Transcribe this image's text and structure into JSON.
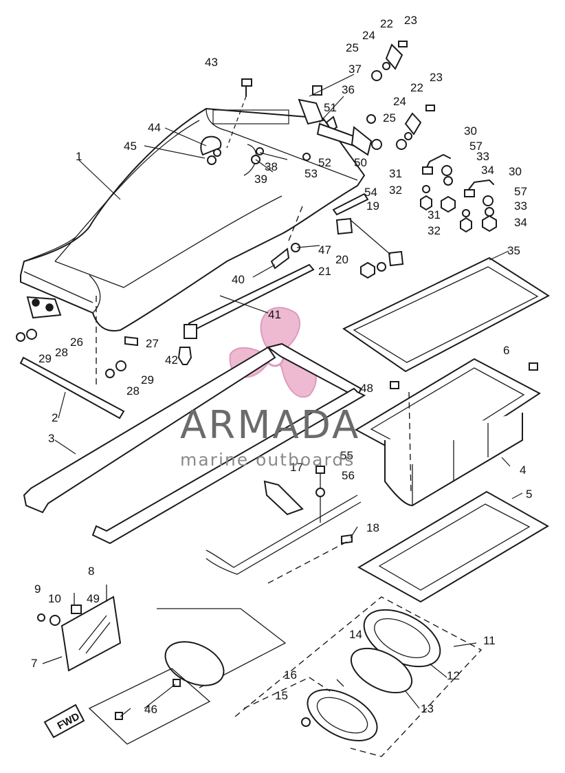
{
  "watermark": {
    "brand": "ARMADA",
    "tagline": "marine outboards",
    "logo_color": "#e8a3c4",
    "text_color": "#6b6b6b"
  },
  "direction_tag": "FWD",
  "callouts": [
    "1",
    "2",
    "3",
    "4",
    "5",
    "6",
    "7",
    "8",
    "9",
    "10",
    "11",
    "12",
    "13",
    "14",
    "15",
    "16",
    "17",
    "18",
    "19",
    "20",
    "21",
    "22",
    "23",
    "24",
    "25",
    "26",
    "27",
    "28",
    "29",
    "30",
    "31",
    "32",
    "33",
    "34",
    "35",
    "36",
    "37",
    "38",
    "39",
    "40",
    "41",
    "42",
    "43",
    "44",
    "45",
    "46",
    "47",
    "48",
    "49",
    "50",
    "51",
    "52",
    "53",
    "54",
    "55",
    "56",
    "57"
  ],
  "labels": [
    {
      "id": "c23a",
      "text": "23"
    },
    {
      "id": "c22a",
      "text": "22"
    },
    {
      "id": "c24a",
      "text": "24"
    },
    {
      "id": "c25a",
      "text": "25"
    },
    {
      "id": "c43",
      "text": "43"
    },
    {
      "id": "c37",
      "text": "37"
    },
    {
      "id": "c36",
      "text": "36"
    },
    {
      "id": "c51",
      "text": "51"
    },
    {
      "id": "c23b",
      "text": "23"
    },
    {
      "id": "c22b",
      "text": "22"
    },
    {
      "id": "c24b",
      "text": "24"
    },
    {
      "id": "c25b",
      "text": "25"
    },
    {
      "id": "c44",
      "text": "44"
    },
    {
      "id": "c45",
      "text": "45"
    },
    {
      "id": "c1",
      "text": "1"
    },
    {
      "id": "c38",
      "text": "38"
    },
    {
      "id": "c39",
      "text": "39"
    },
    {
      "id": "c52",
      "text": "52"
    },
    {
      "id": "c53",
      "text": "53"
    },
    {
      "id": "c50",
      "text": "50"
    },
    {
      "id": "c30a",
      "text": "30"
    },
    {
      "id": "c57a",
      "text": "57"
    },
    {
      "id": "c33a",
      "text": "33"
    },
    {
      "id": "c34a",
      "text": "34"
    },
    {
      "id": "c30b",
      "text": "30"
    },
    {
      "id": "c31a",
      "text": "31"
    },
    {
      "id": "c32a",
      "text": "32"
    },
    {
      "id": "c57b",
      "text": "57"
    },
    {
      "id": "c33b",
      "text": "33"
    },
    {
      "id": "c31b",
      "text": "31"
    },
    {
      "id": "c32b",
      "text": "32"
    },
    {
      "id": "c34b",
      "text": "34"
    },
    {
      "id": "c54",
      "text": "54"
    },
    {
      "id": "c19",
      "text": "19"
    },
    {
      "id": "c47",
      "text": "47"
    },
    {
      "id": "c20",
      "text": "20"
    },
    {
      "id": "c21",
      "text": "21"
    },
    {
      "id": "c40",
      "text": "40"
    },
    {
      "id": "c35",
      "text": "35"
    },
    {
      "id": "c41",
      "text": "41"
    },
    {
      "id": "c26",
      "text": "26"
    },
    {
      "id": "c27",
      "text": "27"
    },
    {
      "id": "c28a",
      "text": "28"
    },
    {
      "id": "c29a",
      "text": "29"
    },
    {
      "id": "c42",
      "text": "42"
    },
    {
      "id": "c29b",
      "text": "29"
    },
    {
      "id": "c28b",
      "text": "28"
    },
    {
      "id": "c6",
      "text": "6"
    },
    {
      "id": "c48",
      "text": "48"
    },
    {
      "id": "c2",
      "text": "2"
    },
    {
      "id": "c3",
      "text": "3"
    },
    {
      "id": "c4",
      "text": "4"
    },
    {
      "id": "c55",
      "text": "55"
    },
    {
      "id": "c17",
      "text": "17"
    },
    {
      "id": "c56",
      "text": "56"
    },
    {
      "id": "c5",
      "text": "5"
    },
    {
      "id": "c18",
      "text": "18"
    },
    {
      "id": "c8",
      "text": "8"
    },
    {
      "id": "c9",
      "text": "9"
    },
    {
      "id": "c10",
      "text": "10"
    },
    {
      "id": "c49",
      "text": "49"
    },
    {
      "id": "c7",
      "text": "7"
    },
    {
      "id": "c11",
      "text": "11"
    },
    {
      "id": "c14",
      "text": "14"
    },
    {
      "id": "c12",
      "text": "12"
    },
    {
      "id": "c16",
      "text": "16"
    },
    {
      "id": "c13",
      "text": "13"
    },
    {
      "id": "c15",
      "text": "15"
    },
    {
      "id": "c46",
      "text": "46"
    }
  ]
}
